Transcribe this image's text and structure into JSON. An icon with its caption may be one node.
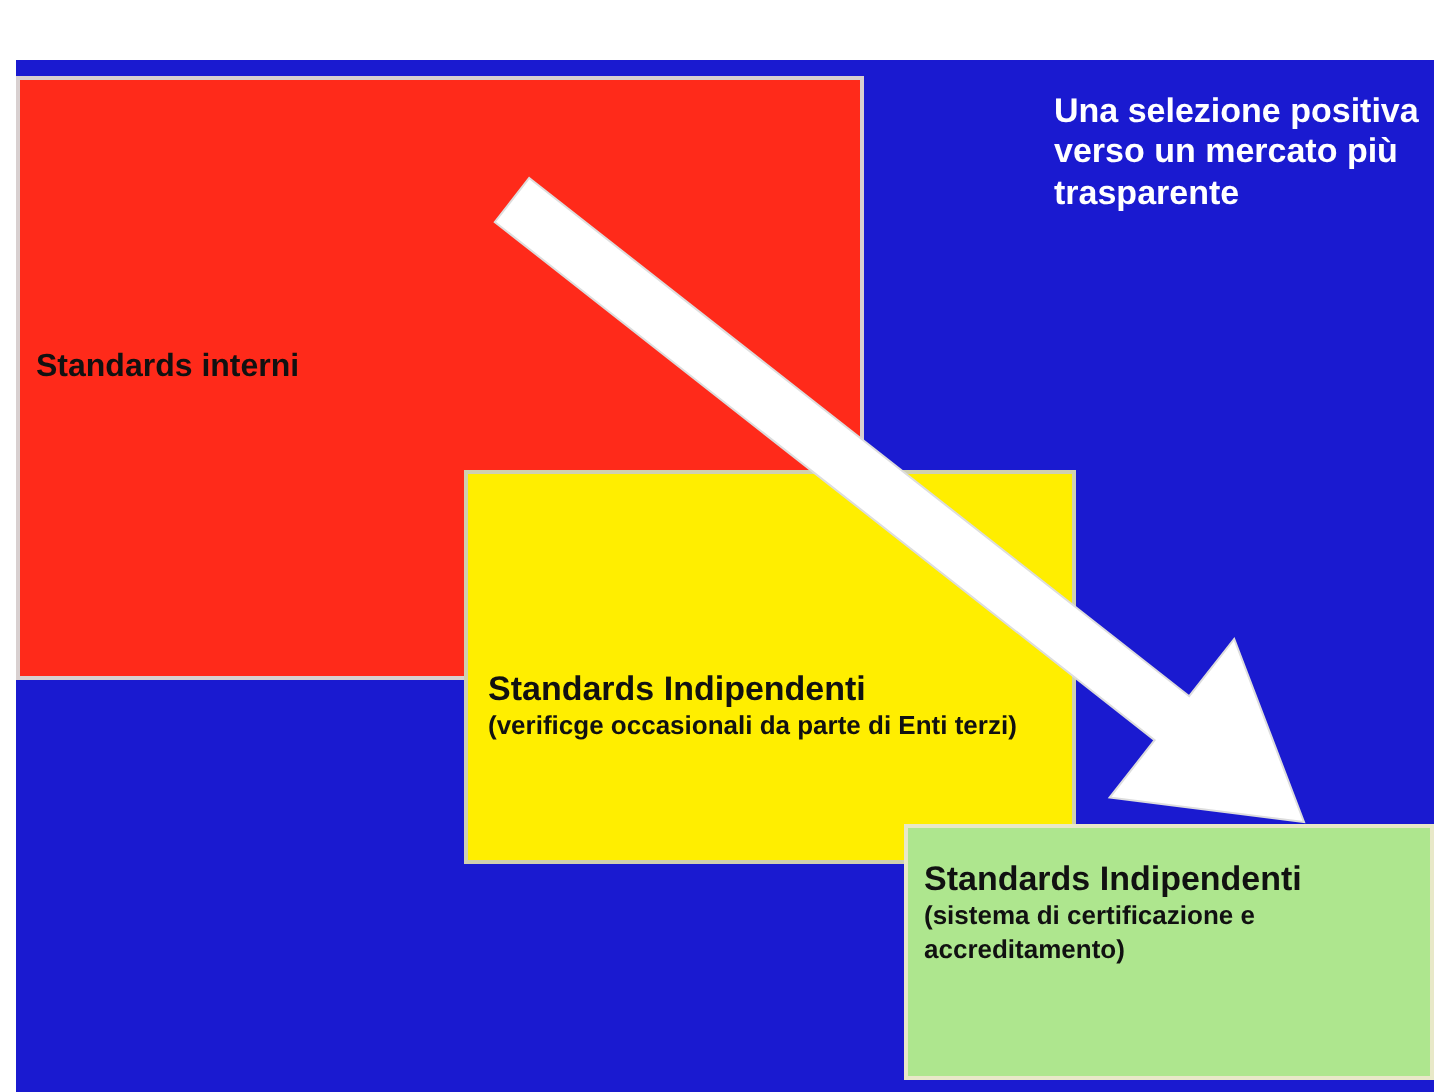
{
  "diagram": {
    "nodes": [
      {
        "text": [
          "Standards interni"
        ]
      },
      {
        "text": [
          "Standards Indipendenti",
          "(verificge occasionali da parte di Enti terzi)"
        ]
      },
      {
        "text": [
          "Standards Indipendenti",
          "(sistema di certificazione e accreditamento)"
        ]
      }
    ],
    "edges": [
      {
        "from": 0,
        "to": 2,
        "arrow": "to",
        "style": "thick"
      }
    ],
    "labels": [
      "Una selezione positiva verso un mercato più trasparente"
    ]
  }
}
